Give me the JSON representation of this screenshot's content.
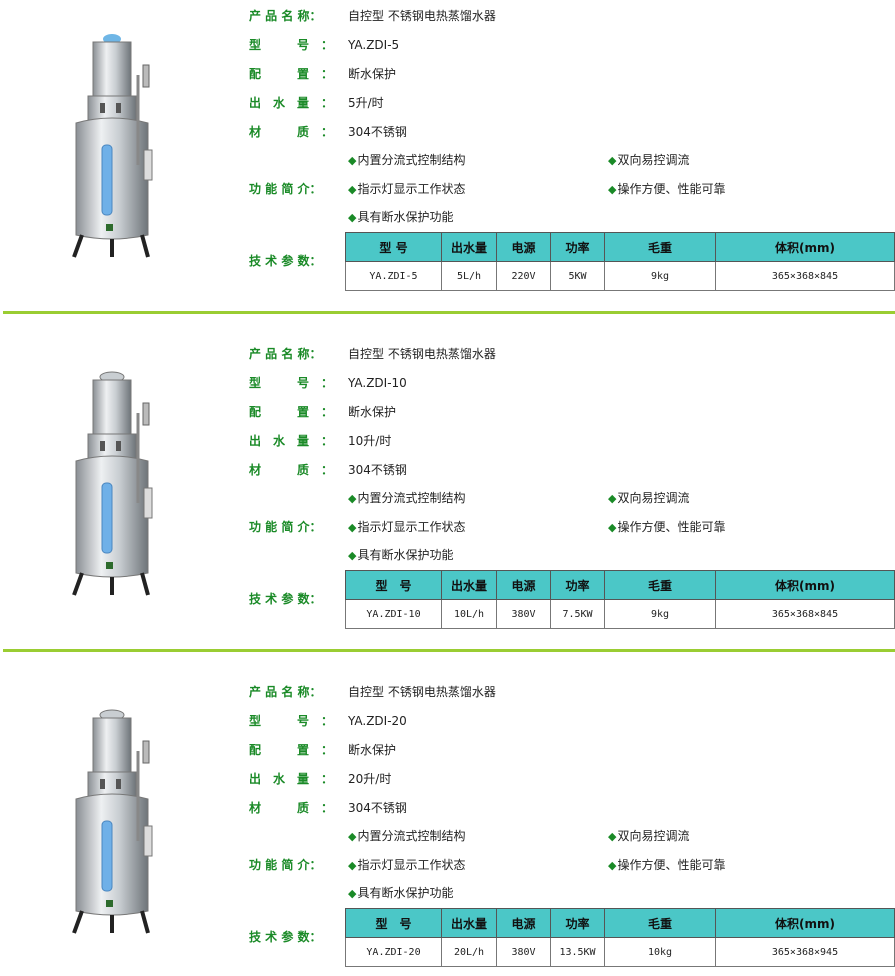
{
  "labels": {
    "name": "产 品 名 称：",
    "model": "型　　　号　：",
    "config": "配　　　置　：",
    "output": "出　水　量　：",
    "material": "材　　　质　：",
    "functions": "功 能 简 介：",
    "tech": "技 术 参 数："
  },
  "table_headers": [
    "型 号",
    "出水量",
    "电源",
    "功率",
    "毛重",
    "体积(mm)"
  ],
  "products": [
    {
      "name": "自控型 不锈钢电热蒸馏水器",
      "model": "YA.ZDI-5",
      "config": "断水保护",
      "output": "5升/时",
      "material": "304不锈钢",
      "features": [
        "内置分流式控制结构",
        "双向易控调流",
        "指示灯显示工作状态",
        "操作方便、性能可靠",
        "具有断水保护功能"
      ],
      "headers": [
        "型 号",
        "出水量",
        "电源",
        "功率",
        "毛重",
        "体积(mm)"
      ],
      "specs": [
        "YA.ZDI-5",
        "5L/h",
        "220V",
        "5KW",
        "9kg",
        "365×368×845"
      ]
    },
    {
      "name": "自控型 不锈钢电热蒸馏水器",
      "model": "YA.ZDI-10",
      "config": "断水保护",
      "output": "10升/时",
      "material": "304不锈钢",
      "features": [
        "内置分流式控制结构",
        "双向易控调流",
        "指示灯显示工作状态",
        "操作方便、性能可靠",
        "具有断水保护功能"
      ],
      "headers": [
        "型　号",
        "出水量",
        "电源",
        "功率",
        "毛重",
        "体积(mm)"
      ],
      "specs": [
        "YA.ZDI-10",
        "10L/h",
        "380V",
        "7.5KW",
        "9kg",
        "365×368×845"
      ]
    },
    {
      "name": "自控型 不锈钢电热蒸馏水器",
      "model": "YA.ZDI-20",
      "config": "断水保护",
      "output": "20升/时",
      "material": "304不锈钢",
      "features": [
        "内置分流式控制结构",
        "双向易控调流",
        "指示灯显示工作状态",
        "操作方便、性能可靠",
        "具有断水保护功能"
      ],
      "headers": [
        "型　号",
        "出水量",
        "电源",
        "功率",
        "毛重",
        "体积(mm)"
      ],
      "specs": [
        "YA.ZDI-20",
        "20L/h",
        "380V",
        "13.5KW",
        "10kg",
        "365×368×945"
      ]
    }
  ],
  "colors": {
    "label": "#1a8a27",
    "divider": "#9acd32",
    "table_header": "#4bc7c7"
  }
}
